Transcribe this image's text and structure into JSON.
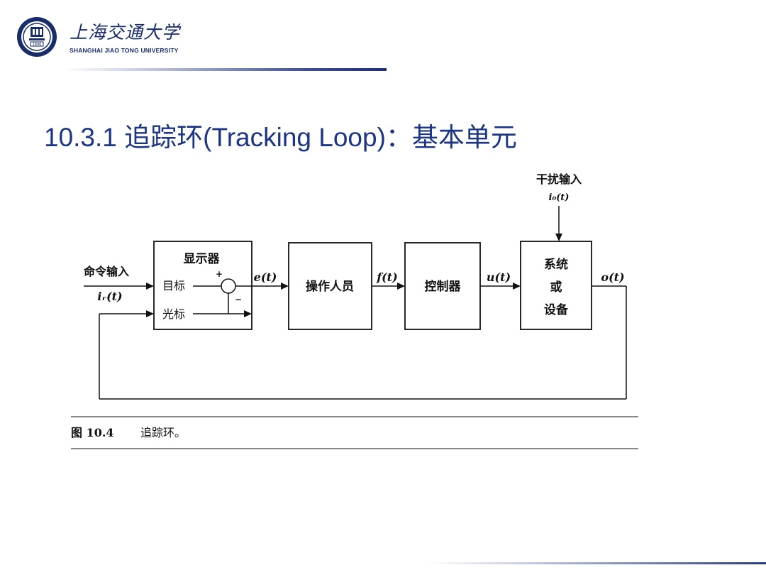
{
  "header": {
    "university_cn": "上海交通大学",
    "university_en": "SHANGHAI JIAO TONG UNIVERSITY",
    "logo_year": "1896"
  },
  "slide": {
    "title": "10.3.1  追踪环(Tracking Loop)：基本单元"
  },
  "diagram": {
    "input_label": "命令输入",
    "input_signal": "iᵣ(t)",
    "disturbance_label": "干扰输入",
    "disturbance_signal": "i₀(t)",
    "display_box": {
      "title": "显示器",
      "target_label": "目标",
      "cursor_label": "光标",
      "plus_sign": "+",
      "minus_sign": "−"
    },
    "error_signal": "e(t)",
    "operator_box": "操作人员",
    "operator_output": "f(t)",
    "controller_box": "控制器",
    "control_signal": "u(t)",
    "system_box": {
      "line1": "系统",
      "line2": "或",
      "line3": "设备"
    },
    "output_signal": "o(t)",
    "caption_number": "图 10.4",
    "caption_text": "追踪环。"
  }
}
